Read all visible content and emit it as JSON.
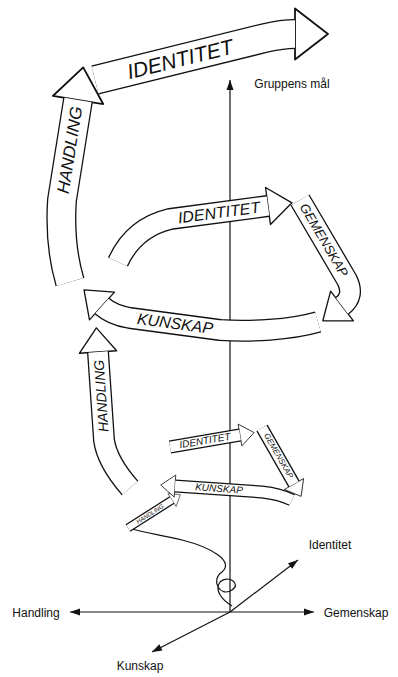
{
  "diagram": {
    "labels": [
      "IDENTITET",
      "HANDLING",
      "Gruppens mål",
      "IDENTITET",
      "GEMENSKAP",
      "KUNSKAP",
      "HANDLING",
      "IDENTITET",
      "GEMENSKAP",
      "KUNSKAP",
      "HANDLING",
      "Identitet",
      "Handling",
      "Gemenskap",
      "Kunskap"
    ]
  }
}
